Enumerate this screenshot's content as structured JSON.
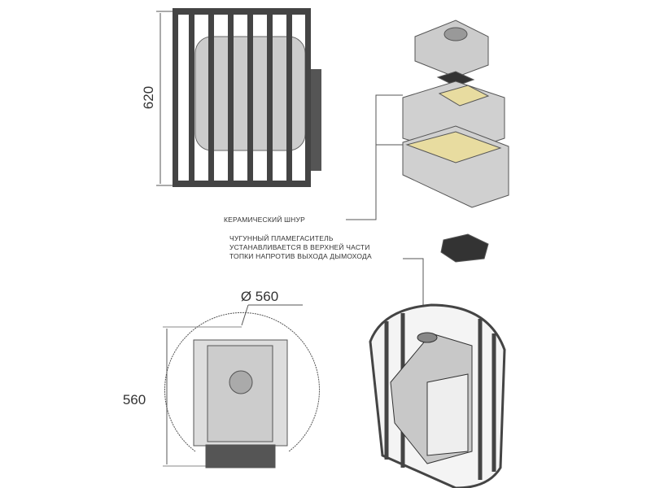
{
  "dimensions": {
    "height": "620",
    "diameter": "Ø 560",
    "depth": "560"
  },
  "callouts": {
    "ceramic_cord": "КЕРАМИЧЕСКИЙ ШНУР",
    "flame_arrester_line1": "ЧУГУННЫЙ ПЛАМЕГАСИТЕЛЬ",
    "flame_arrester_line2": "УСТАНАВЛИВАЕТСЯ В ВЕРХНЕЙ ЧАСТИ",
    "flame_arrester_line3": "ТОПКИ НАПРОТИВ ВЫХОДА ДЫМОХОДА"
  },
  "colors": {
    "line": "#555555",
    "metal": "#c8c8c8",
    "dark": "#4a4a4a",
    "cord": "#e8dca0"
  }
}
